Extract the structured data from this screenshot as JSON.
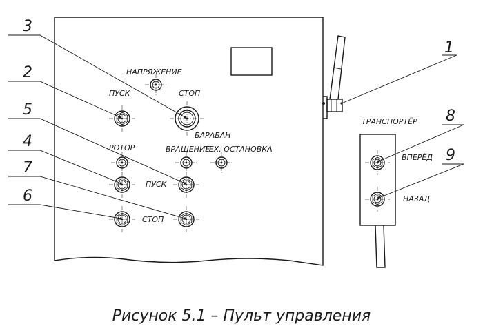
{
  "labels": {
    "voltage": "НАПРЯЖЕНИЕ",
    "start_top": "ПУСК",
    "stop_top": "СТОП",
    "drum": "БАРАБАН",
    "rotor": "РОТОР",
    "rotation": "ВРАЩЕНИЕ",
    "tech_stop": "ТЕХ. ОСТАНОВКА",
    "start_mid": "ПУСК",
    "stop_mid": "СТОП",
    "conveyor": "ТРАНСПОРТЁР",
    "forward": "ВПЕРЁД",
    "back": "НАЗАД"
  },
  "callouts": {
    "n1": "1",
    "n2": "2",
    "n3": "3",
    "n4": "4",
    "n5": "5",
    "n6": "6",
    "n7": "7",
    "n8": "8",
    "n9": "9"
  },
  "caption": "Рисунок 5.1 – Пульт управления"
}
